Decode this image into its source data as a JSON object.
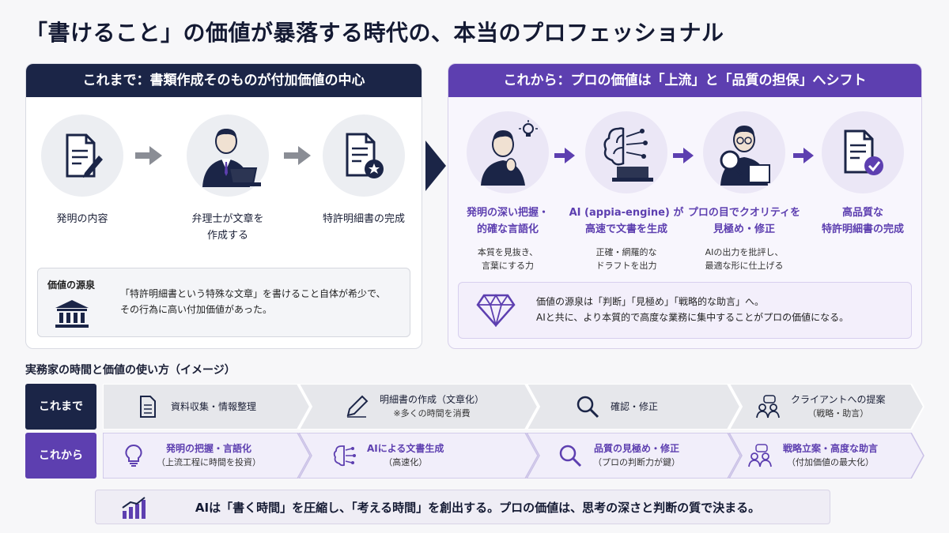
{
  "title": "「書けること」の価値が暴落する時代の、本当のプロフェッショナル",
  "left_panel": {
    "header": "これまで：書類作成そのものが付加価値の中心",
    "steps": [
      {
        "label1": "発明の内容",
        "label2": ""
      },
      {
        "label1": "弁理士が文章を",
        "label2": "作成する"
      },
      {
        "label1": "特許明細書の完成",
        "label2": ""
      }
    ],
    "source_title": "価値の源泉",
    "source_line1": "「特許明細書という特殊な文章」を書けること自体が希少で、",
    "source_line2": "その行為に高い付加価値があった。"
  },
  "right_panel": {
    "header": "これから：プロの価値は「上流」と「品質の担保」へシフト",
    "steps": [
      {
        "label1": "発明の深い把握・",
        "label2": "的確な言語化",
        "sub1": "本質を見抜き、",
        "sub2": "言葉にする力"
      },
      {
        "label1": "AI (appia-engine) が",
        "label2": "高速で文書を生成",
        "sub1": "正確・網羅的な",
        "sub2": "ドラフトを出力"
      },
      {
        "label1": "プロの目でクオリティを",
        "label2": "見極め・修正",
        "sub1": "AIの出力を批評し、",
        "sub2": "最適な形に仕上げる"
      },
      {
        "label1": "高品質な",
        "label2": "特許明細書の完成",
        "sub1": "",
        "sub2": ""
      }
    ],
    "source_line1": "価値の源泉は「判断」「見極め」「戦略的な助言」へ。",
    "source_line2": "AIと共に、より本質的で高度な業務に集中することがプロの価値になる。"
  },
  "timeline": {
    "title": "実務家の時間と価値の使い方（イメージ）",
    "before_label": "これまで",
    "after_label": "これから",
    "before": [
      {
        "main": "資料収集・情報整理",
        "sub": ""
      },
      {
        "main": "明細書の作成（文章化）",
        "sub": "※多くの時間を消費"
      },
      {
        "main": "確認・修正",
        "sub": ""
      },
      {
        "main": "クライアントへの提案",
        "sub": "（戦略・助言）"
      }
    ],
    "after": [
      {
        "main": "発明の把握・言語化",
        "sub": "（上流工程に時間を投資）"
      },
      {
        "main": "AIによる文書生成",
        "sub": "（高速化）"
      },
      {
        "main": "品質の見極め・修正",
        "sub": "（プロの判断力が鍵）"
      },
      {
        "main": "戦略立案・高度な助言",
        "sub": "（付加価値の最大化）"
      }
    ]
  },
  "banner": "AIは「書く時間」を圧縮し、「考える時間」を創出する。プロの価値は、思考の深さと判断の質で決まる。",
  "colors": {
    "navy": "#1b2547",
    "purple": "#5d3fb0",
    "gray_arrow": "#8a8d95"
  }
}
